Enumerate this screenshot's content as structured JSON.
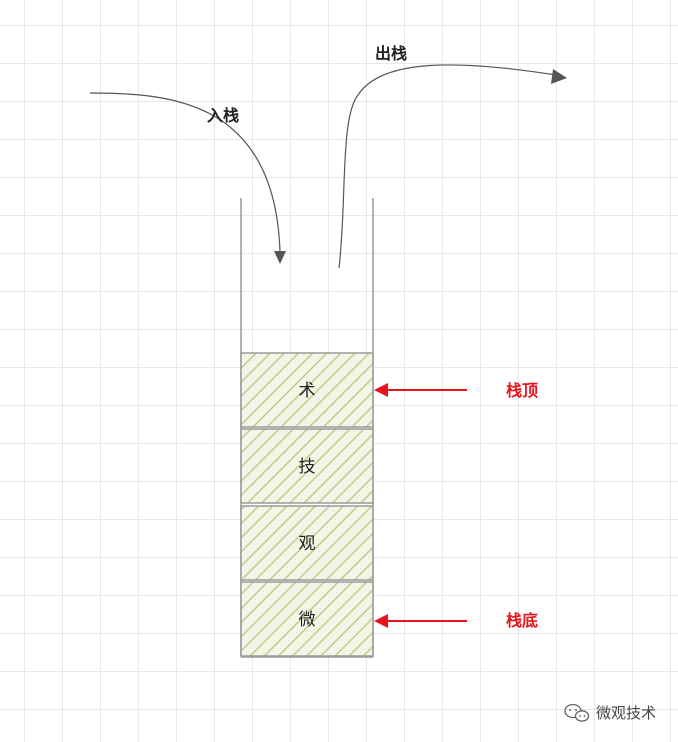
{
  "labels": {
    "push": "入栈",
    "pop": "出栈",
    "top": "栈顶",
    "bottom": "栈底"
  },
  "stack_cells": [
    "术",
    "技",
    "观",
    "微"
  ],
  "watermark": {
    "text": "微观技术",
    "icon": "wechat-icon"
  },
  "colors": {
    "cell_fill": "#f3f6e6",
    "cell_hatch": "#b8d08e",
    "pointer_arrow": "#e8141c",
    "flow_arrow": "#555555",
    "walls": "#9a9a9a"
  }
}
